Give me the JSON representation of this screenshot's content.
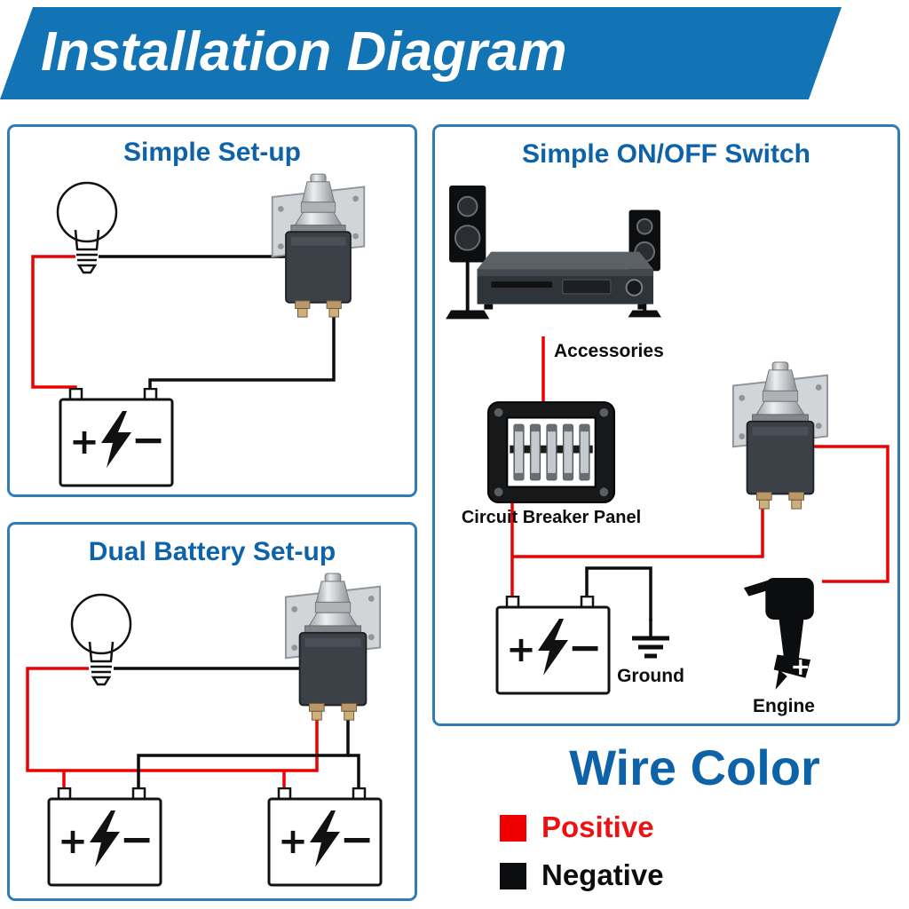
{
  "header": {
    "title": "Installation Diagram"
  },
  "panels": {
    "simple_setup": {
      "title": "Simple Set-up"
    },
    "on_off": {
      "title": "Simple ON/OFF Switch",
      "accessories_label": "Accessories",
      "breaker_label": "Circuit Breaker Panel",
      "ground_label": "Ground",
      "engine_label": "Engine"
    },
    "dual_battery": {
      "title": "Dual Battery Set-up"
    }
  },
  "legend": {
    "title": "Wire Color",
    "positive": "Positive",
    "negative": "Negative"
  },
  "battery": {
    "plus": "+",
    "minus": "−"
  },
  "colors": {
    "banner_blue": "#1273b5",
    "panel_border_blue": "#2e7db6",
    "title_blue": "#0e63a8",
    "positive_wire": "#ec0000",
    "negative_wire": "#0c0d0e",
    "positive_text": "#ee1111"
  }
}
